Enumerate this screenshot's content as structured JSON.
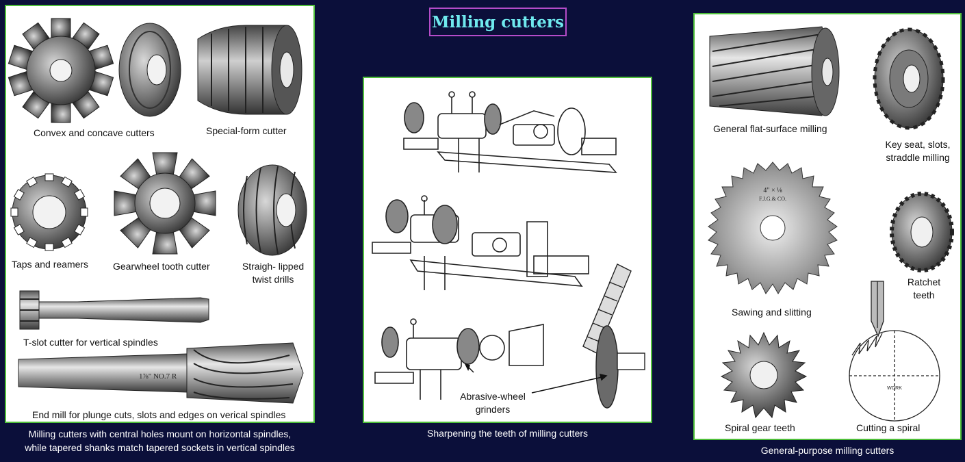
{
  "title": "Milling cutters",
  "left_panel": {
    "labels": {
      "convex_concave": "Convex and concave cutters",
      "special_form": "Special-form cutter",
      "taps_reamers": "Taps and reamers",
      "gearwheel": "Gearwheel tooth cutter",
      "straight_lipped_1": "Straigh- lipped",
      "straight_lipped_2": "twist drills",
      "tslot": "T-slot cutter for vertical spindles",
      "end_mill": "End mill for plunge cuts, slots and edges on verical spindles"
    },
    "stamp_text": "1⅞\" NO.7 R",
    "caption_line1": "Milling cutters with central holes mount on horizontal spindles,",
    "caption_line2": "while tapered shanks match tapered sockets in vertical spindles"
  },
  "middle_panel": {
    "abrasive_label_1": "Abrasive-wheel",
    "abrasive_label_2": "grinders",
    "caption": "Sharpening the teeth of milling cutters"
  },
  "right_panel": {
    "labels": {
      "flat_surface": "General flat-surface milling",
      "keyseat_1": "Key seat, slots,",
      "keyseat_2": "straddle milling",
      "sawing": "Sawing and slitting",
      "ratchet_1": "Ratchet",
      "ratchet_2": "teeth",
      "spiral_gear": "Spiral gear teeth",
      "cutting_spiral": "Cutting a spiral"
    },
    "saw_stamp_1": "4\" × ⅛",
    "saw_stamp_2": "F.J.G.& CO.",
    "work_label": "WORK",
    "caption": "General-purpose milling cutters"
  },
  "colors": {
    "background": "#0b0f3a",
    "panel_border": "#4fbf3a",
    "title_border": "#b54cc9",
    "title_text": "#6fe9ee",
    "caption_text": "#ffffff"
  }
}
